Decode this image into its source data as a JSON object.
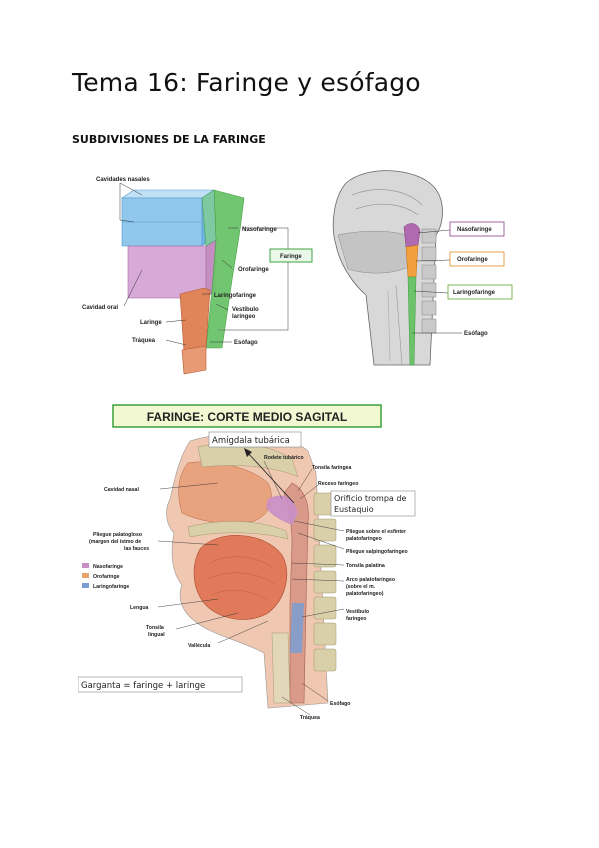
{
  "document": {
    "title": "Tema 16: Faringe y esófago",
    "section_heading": "SUBDIVISIONES DE LA FARINGE"
  },
  "figure_schema": {
    "labels": {
      "cavidades_nasales": "Cavidades nasales",
      "nasofaringe": "Nasofaringe",
      "faringe_box": "Faringe",
      "orofaringe": "Orofaringe",
      "cavidad_oral": "Cavidad oral",
      "laringofaringe": "Laringofaringe",
      "laringe": "Laringe",
      "vestibulo_laringeo_1": "Vestíbulo",
      "vestibulo_laringeo_2": "laríngeo",
      "traquea": "Tráquea",
      "esofago": "Esófago"
    },
    "colors": {
      "nasal": "#8fc8ec",
      "oral": "#d7a9d6",
      "pharynx_green": "#6cc36a",
      "larynx_orange": "#e0855a",
      "faringe_box_border": "#2e9a2e",
      "faringe_box_fill": "#eaf8ea"
    }
  },
  "figure_sagittal_small": {
    "labels": {
      "nasofaringe": "Nasofaringe",
      "orofaringe": "Orofaringe",
      "laringofaringe": "Laringofaringe",
      "esofago": "Esófago"
    },
    "colors": {
      "naso_border": "#8a3d8a",
      "oro_border": "#e08a20",
      "laringo_border": "#5aaa3a"
    }
  },
  "figure_corte": {
    "banner": "FARINGE: CORTE MEDIO SAGITAL",
    "note_amigdala": "Amígdala tubárica",
    "note_orificio_1": "Orificio trompa de",
    "note_orificio_2": "Eustaquio",
    "note_garganta": "Garganta = faringe + laringe",
    "labels": {
      "rodete_tubarico": "Rodete tubárico",
      "tonsila_faringea": "Tonsila faríngea",
      "receso_faringeo": "Receso faríngeo",
      "cavidad_nasal": "Cavidad nasal",
      "pliegue_esfinter_1": "Pliegue sobre el esfínter",
      "pliegue_esfinter_2": "palatofaríngeo",
      "pliegue_palatogloso_1": "Pliegue palatogloso",
      "pliegue_palatogloso_2": "(margen del istmo de",
      "pliegue_palatogloso_3": "las fauces",
      "pliegue_salpingo": "Pliegue salpingofaríngeo",
      "tonsila_palatina": "Tonsila palatina",
      "arco_1": "Arco palatofaríngeo",
      "arco_2": "(sobre el m.",
      "arco_3": "palatofaríngeo)",
      "vestibulo_1": "Vestíbulo",
      "vestibulo_2": "faríngeo",
      "lengua": "Lengua",
      "tonsila_lingual_1": "Tonsila",
      "tonsila_lingual_2": "lingual",
      "vallecula": "Valléculа",
      "esofago": "Esófago",
      "traquea": "Tráquea"
    },
    "legend": [
      {
        "label": "Nasofaringe",
        "color": "#c98fc8"
      },
      {
        "label": "Orofaringe",
        "color": "#e8a36a"
      },
      {
        "label": "Laringofaringe",
        "color": "#7a9ed4"
      }
    ],
    "colors": {
      "banner_border": "#2e9a2e",
      "banner_fill": "#f2f8d2",
      "flesh": "#e07a5a",
      "bone": "#d9cfa8"
    }
  }
}
